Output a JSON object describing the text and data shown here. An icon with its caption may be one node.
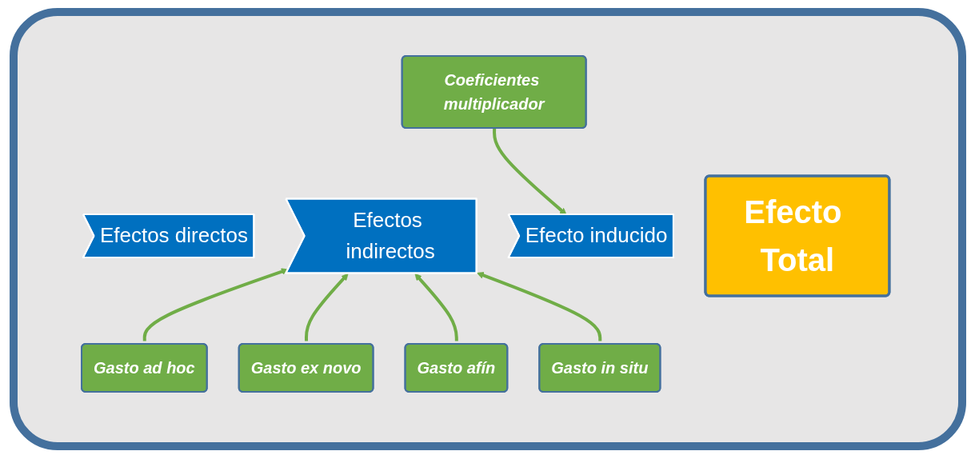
{
  "diagram": {
    "nodes": [
      {
        "text": [
          "Coeficientes multiplicador"
        ]
      },
      {
        "text": [
          "Efectos directos"
        ]
      },
      {
        "text": [
          "Efectos indirectos"
        ]
      },
      {
        "text": [
          "Efecto inducido"
        ]
      },
      {
        "text": [
          "Efecto Total"
        ]
      },
      {
        "text": [
          "Gasto ad hoc"
        ]
      },
      {
        "text": [
          "Gasto in situ"
        ]
      },
      {
        "text": [
          "Gasto ex novo"
        ]
      },
      {
        "text": [
          "Gasto afín"
        ]
      }
    ],
    "edges": [
      {
        "from": 0,
        "to": 3,
        "arrow": "to"
      },
      {
        "from": 5,
        "to": 2,
        "arrow": "to"
      },
      {
        "from": 7,
        "to": 2,
        "arrow": "to"
      },
      {
        "from": 8,
        "to": 2,
        "arrow": "to"
      },
      {
        "from": 6,
        "to": 2,
        "arrow": "to"
      }
    ]
  }
}
